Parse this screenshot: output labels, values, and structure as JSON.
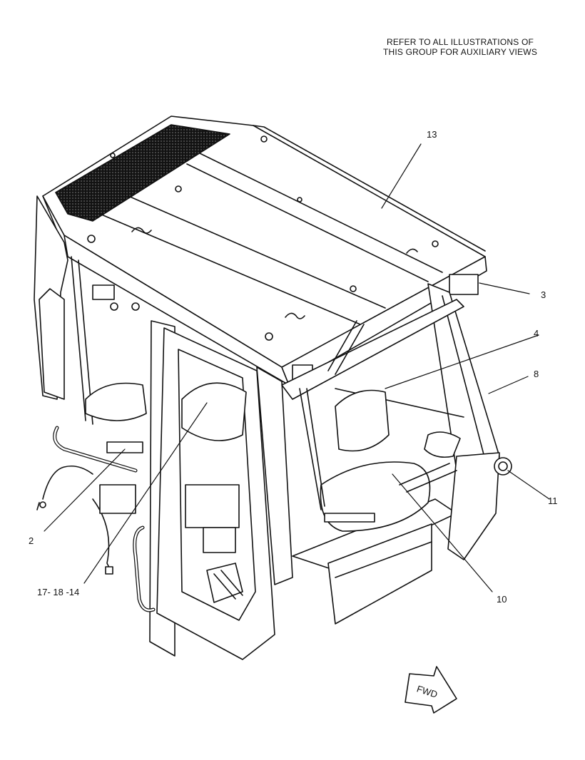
{
  "note": {
    "line1": "REFER TO ALL ILLUSTRATIONS OF",
    "line2": "THIS GROUP FOR AUXILIARY VIEWS"
  },
  "callouts": {
    "c13": "13",
    "c3": "3",
    "c4": "4",
    "c8": "8",
    "c11": "11",
    "c10": "10",
    "c2": "2",
    "c17_18_14": "17- 18 -14"
  },
  "arrow": {
    "label": "FWD"
  },
  "colors": {
    "ink": "#111111",
    "paper": "#ffffff",
    "mesh": "#1a1a1a"
  }
}
